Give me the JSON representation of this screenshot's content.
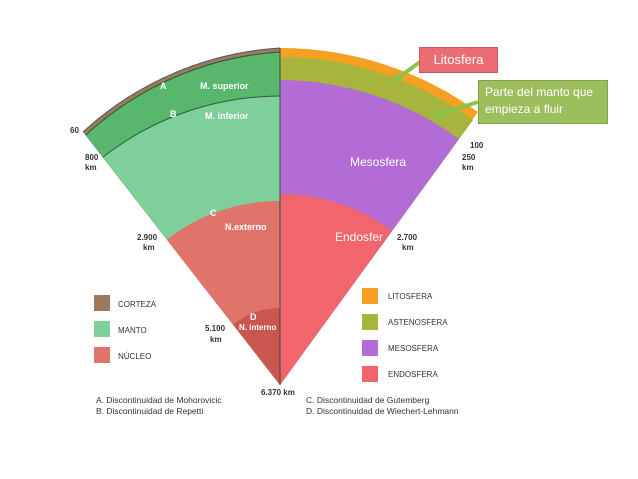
{
  "diagram": {
    "zone_labels": {
      "a": "A",
      "m_superior": "M. superior",
      "b": "B",
      "m_inferior": "M. inferior",
      "c": "C",
      "n_externo": "N.externo",
      "d": "D",
      "n_interno": "N. interno",
      "mesosfera": "Mesosfera",
      "endosfera": "Endosfer"
    },
    "depths": {
      "d60": "60",
      "d800_num": "800",
      "d800_unit": "km",
      "d2900_num": "2.900",
      "d2900_unit": "km",
      "d5100_num": "5.100",
      "d5100_unit": "km",
      "d6370": "6.370 km",
      "d100": "100",
      "d250_num": "250",
      "d250_unit": "km",
      "d2700_num": "2.700",
      "d2700_unit": "km"
    },
    "legend_left": [
      {
        "label": "CORTEZA",
        "color": "#9c7a60"
      },
      {
        "label": "MANTO",
        "color": "#7fcf9a"
      },
      {
        "label": "NÚCLEO",
        "color": "#e0736a"
      }
    ],
    "legend_right": [
      {
        "label": "LITOSFERA",
        "color": "#f5a022"
      },
      {
        "label": "ASTENOSFERA",
        "color": "#a8b53c"
      },
      {
        "label": "MESOSFERA",
        "color": "#b36cd6"
      },
      {
        "label": "ENDOSFERA",
        "color": "#f0666c"
      }
    ],
    "notes_left": [
      "A. Discontinuidad de Mohorovicic",
      "B. Discontinuidad de Repetti"
    ],
    "notes_right": [
      "C. Discontinuidad de Gutemberg",
      "D. Discontinuidad de Wiechert-Lehmann"
    ]
  },
  "callouts": {
    "litosfera": "Litosfera",
    "astenosfera": "Parte del manto que empieza a fluir"
  },
  "colors": {
    "corteza": "#9c7a60",
    "manto": "#7fcf9a",
    "manto_superior": "#58b76d",
    "nucleo_externo": "#e0736a",
    "nucleo_interno": "#c9574f",
    "litosfera": "#f5a022",
    "astenosfera": "#a8b53c",
    "mesosfera": "#b36cd6",
    "endosfera": "#f0666c"
  }
}
